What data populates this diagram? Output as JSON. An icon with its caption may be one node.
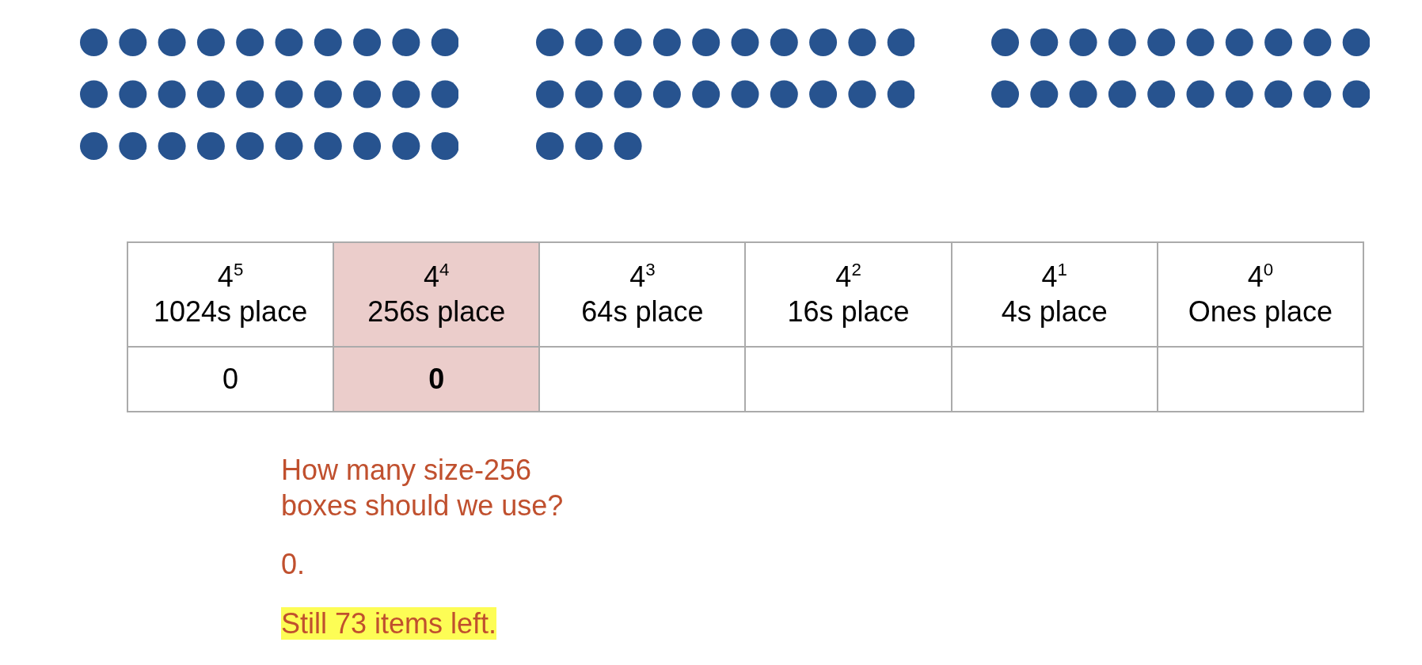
{
  "diagram": {
    "labels": [
      "4$^{5}$",
      "1024s place",
      "4$^{4}$",
      "256s place",
      "4$^{3}$",
      "64s place",
      "4$^{2}$",
      "16s place",
      "4$^{1}$",
      "4s place",
      "4$^{0}$",
      "Ones place",
      "0",
      "0",
      "How many size-256 boxes should we use?",
      "0.",
      "Still 73 items left."
    ]
  }
}
